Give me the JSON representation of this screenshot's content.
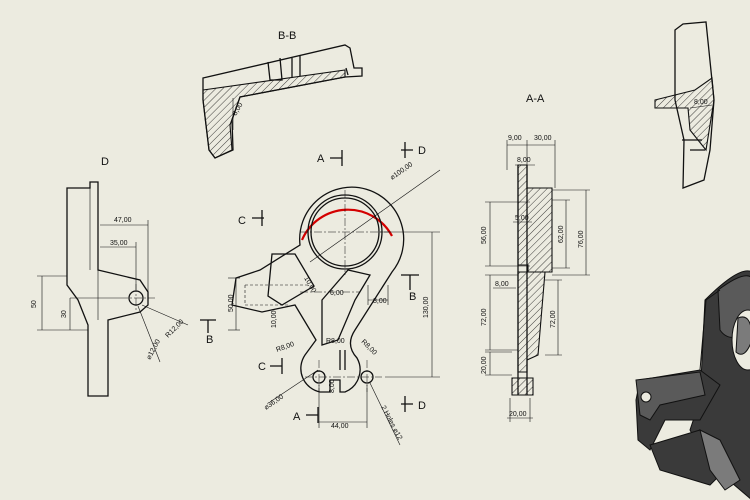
{
  "views": {
    "section_bb": "B-B",
    "section_aa": "A-A",
    "view_d": "D"
  },
  "markers": {
    "a": "A",
    "b": "B",
    "c": "C",
    "d": "D"
  },
  "dims": {
    "d100": "⌀100,00",
    "d130": "130,00",
    "d50": "50,00",
    "d10_a": "10,00",
    "d10_b": "10,00",
    "d8_main": "8,00",
    "d6": "6,00",
    "r8_a": "R8,00",
    "r8_b": "R8,00",
    "r8_c": "R8,00",
    "d44": "44,00",
    "d36": "⌀36,00",
    "holes": "2 Holes ⌀12",
    "v8": "8,00",
    "d47": "47,00",
    "d35": "35,00",
    "d50_plain": "50",
    "d30_plain": "30",
    "r12": "R12,00",
    "d12": "⌀12,00",
    "d9": "9,00",
    "d30_aa": "30,00",
    "d8_aa": "8,00",
    "d56": "56,00",
    "d5": "5,00",
    "d62": "62,00",
    "d76": "76,00",
    "d8_aa2": "8,00",
    "d72_a": "72,00",
    "d72_b": "72,00",
    "d20_a": "20,00",
    "d20_b": "20,00",
    "d8_det": "8,00",
    "d8_bb": "8,00"
  },
  "colors": {
    "paper": "#ecebe0",
    "line": "#111111",
    "highlight": "#d40000"
  }
}
